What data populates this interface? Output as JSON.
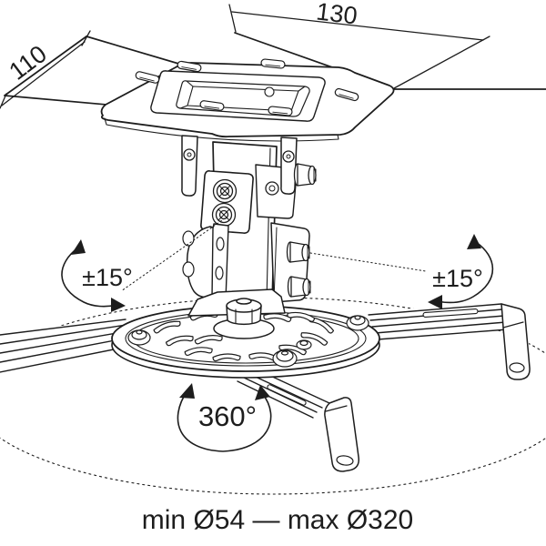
{
  "drawing": {
    "subject": "projector-ceiling-mount-technical-drawing",
    "background": "#ffffff",
    "line_color": "#1d1d1d",
    "labels": {
      "width_mm": "130",
      "depth_mm": "110",
      "tilt_left": "±15°",
      "tilt_right": "±15°",
      "swivel": "360°",
      "diameter_range": "min Ø54 — max Ø320"
    }
  }
}
